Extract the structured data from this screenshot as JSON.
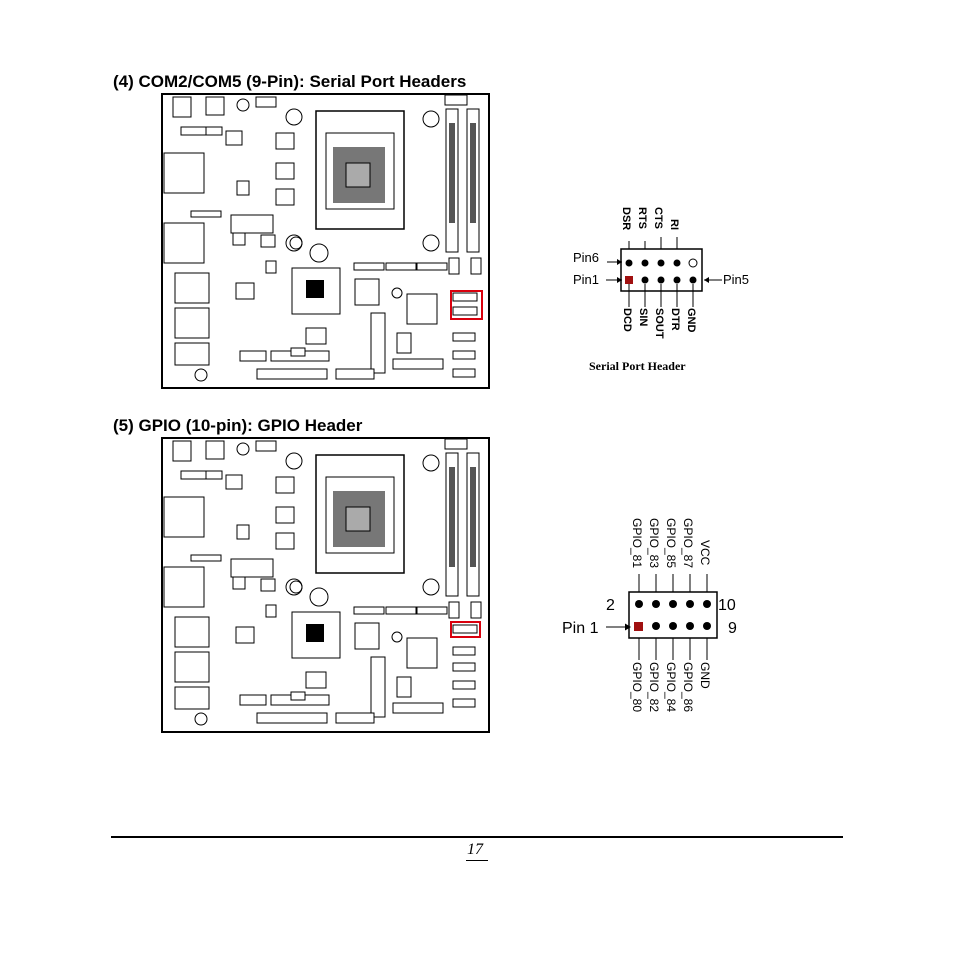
{
  "sections": [
    {
      "heading": "(4) COM2/COM5 (9-Pin): Serial Port Headers",
      "caption": "Serial Port Header",
      "top_labels": [
        "DSR",
        "RTS",
        "CTS",
        "RI"
      ],
      "bottom_labels": [
        "DCD",
        "SIN",
        "SOUT",
        "DTR",
        "GND"
      ],
      "pin_labels": {
        "pin6": "Pin6",
        "pin1": "Pin1",
        "pin5": "Pin5"
      }
    },
    {
      "heading": "(5) GPIO (10-pin): GPIO Header",
      "top_labels": [
        "GPIO_81",
        "GPIO_83",
        "GPIO_85",
        "GPIO_87",
        "VCC"
      ],
      "bottom_labels": [
        "GPIO_80",
        "GPIO_82",
        "GPIO_84",
        "GPIO_86",
        "GND"
      ],
      "pin_labels": {
        "pin1": "Pin 1",
        "two": "2",
        "nine": "9",
        "ten": "10"
      }
    }
  ],
  "page_number": "17",
  "colors": {
    "highlight": "#d9000d",
    "pin1": "#a01010"
  }
}
